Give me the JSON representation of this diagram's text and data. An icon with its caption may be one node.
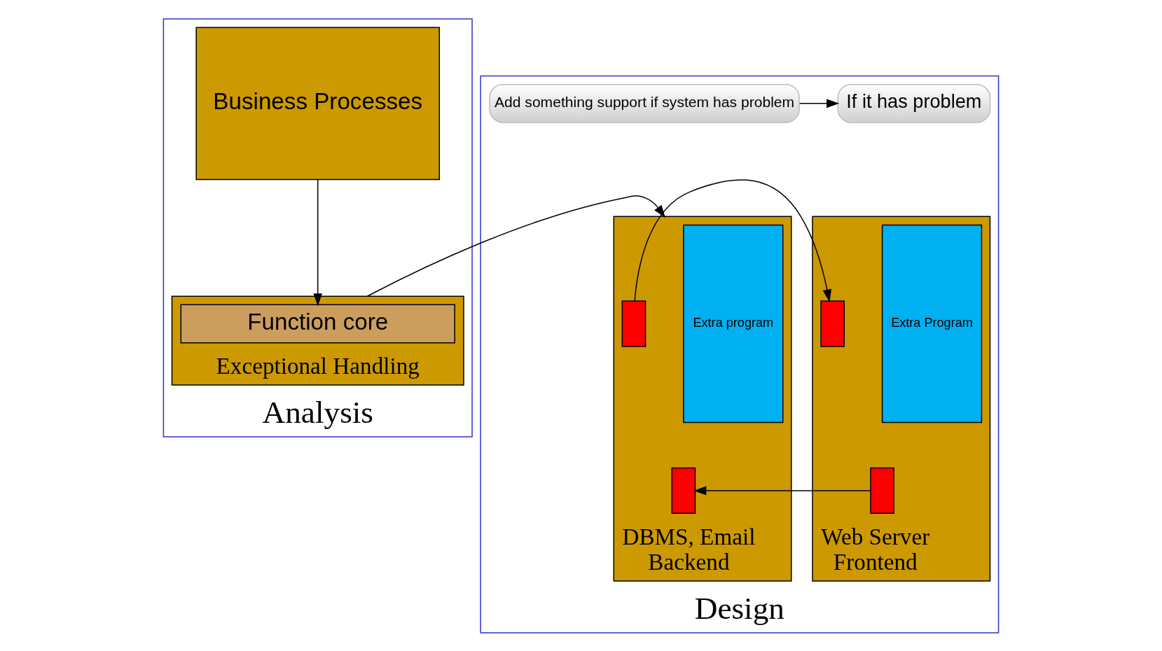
{
  "diagram": {
    "nodes": [
      {
        "text": [
          "Analysis"
        ]
      },
      {
        "text": [
          "Business Processes"
        ],
        "in": 0
      },
      {
        "text": [
          "Exceptional Handling"
        ],
        "in": 0
      },
      {
        "text": [
          "Function core"
        ],
        "in": 2
      },
      {
        "text": [
          "Design"
        ]
      },
      {
        "text": [
          "Add something support if system has problem"
        ],
        "in": 4
      },
      {
        "text": [
          "If it has problem"
        ],
        "in": 4
      },
      {
        "text": [
          "DBMS, Email",
          "Backend"
        ],
        "in": 4
      },
      {
        "text": [
          "Extra program"
        ],
        "in": 7
      },
      {
        "text": [],
        "shape": "box",
        "in": 7
      },
      {
        "text": [],
        "shape": "box",
        "in": 7
      },
      {
        "text": [
          "Web Server",
          "Frontend"
        ],
        "in": 4
      },
      {
        "text": [
          "Extra Program"
        ],
        "in": 11
      },
      {
        "text": [],
        "shape": "box",
        "in": 11
      },
      {
        "text": [],
        "shape": "box",
        "in": 11
      }
    ],
    "edges": [
      {
        "from": 1,
        "to": 3,
        "arrow": "to"
      },
      {
        "from": 2,
        "to": 7,
        "arrow": "to"
      },
      {
        "from": 5,
        "to": 6,
        "arrow": "to"
      },
      {
        "from": 9,
        "to": 13,
        "arrow": "to"
      },
      {
        "from": 14,
        "to": 10,
        "arrow": "to"
      }
    ]
  }
}
